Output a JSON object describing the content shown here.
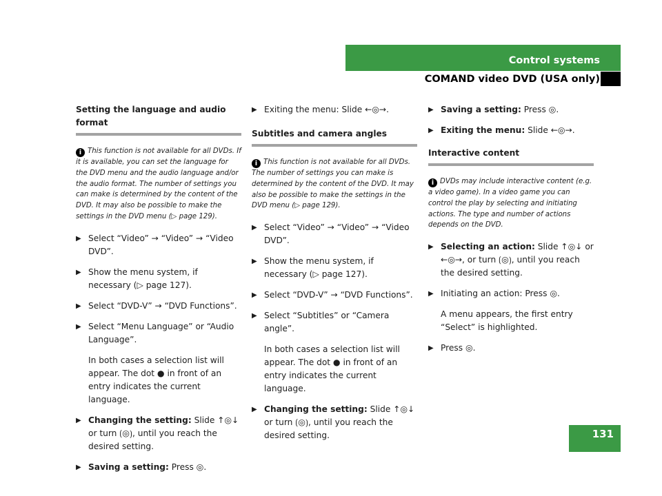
{
  "header": {
    "section": "Control systems",
    "subsection": "COMAND video DVD (USA only)",
    "page_number": "131"
  },
  "col1": {
    "heading": "Setting the language and audio format",
    "info": "This function is not available for all DVDs. If it is available, you can set the language for the DVD menu and the audio language and/or the audio format. The number of settings you can make is determined by the content of the DVD. It may also be possible to make the settings in the DVD menu (▷ page 129).",
    "steps": [
      "Select “Video” → “Video” → “Video DVD”.",
      "Show the menu system, if necessary (▷ page 127).",
      "Select “DVD-V” → “DVD Functions”.",
      "Select “Menu Language” or “Audio Language”."
    ],
    "para": "In both cases a selection list will appear. The dot ● in front of an entry indicates the current language.",
    "step5_bold": "Changing the setting:",
    "step5_rest": " Slide ↑◎↓ or turn ⟮◎⟯, until you reach the desired setting.",
    "step6_bold": "Saving a setting:",
    "step6_rest": " Press ◎."
  },
  "col2": {
    "exit": "Exiting the menu: Slide ←◎→.",
    "heading": "Subtitles and camera angles",
    "info": "This function is not available for all DVDs. The number of settings you can make is determined by the content of the DVD. It may also be possible to make the settings in the DVD menu (▷ page 129).",
    "steps": [
      "Select “Video” → “Video” → “Video DVD”.",
      "Show the menu system, if necessary (▷ page 127).",
      "Select “DVD-V” → “DVD Functions”.",
      "Select “Subtitles” or “Camera angle”."
    ],
    "para": "In both cases a selection list will appear. The dot ● in front of an entry indicates the current language.",
    "step5_bold": "Changing the setting:",
    "step5_rest": " Slide ↑◎↓ or turn ⟮◎⟯, until you reach the desired setting."
  },
  "col3": {
    "s1_bold": "Saving a setting:",
    "s1_rest": " Press ◎.",
    "s2_bold": "Exiting the menu:",
    "s2_rest": " Slide ←◎→.",
    "heading": "Interactive content",
    "info": "DVDs may include interactive content (e.g. a video game). In a video game you can control the play by selecting and initiating actions. The type and number of actions depends on the DVD.",
    "s3_bold": "Selecting an action:",
    "s3_rest": " Slide ↑◎↓ or ←◎→, or turn ⟮◎⟯, until you reach the desired setting.",
    "s4": "Initiating an action: Press ◎.",
    "para": "A menu appears, the first entry “Select” is highlighted.",
    "s5": "Press ◎."
  }
}
